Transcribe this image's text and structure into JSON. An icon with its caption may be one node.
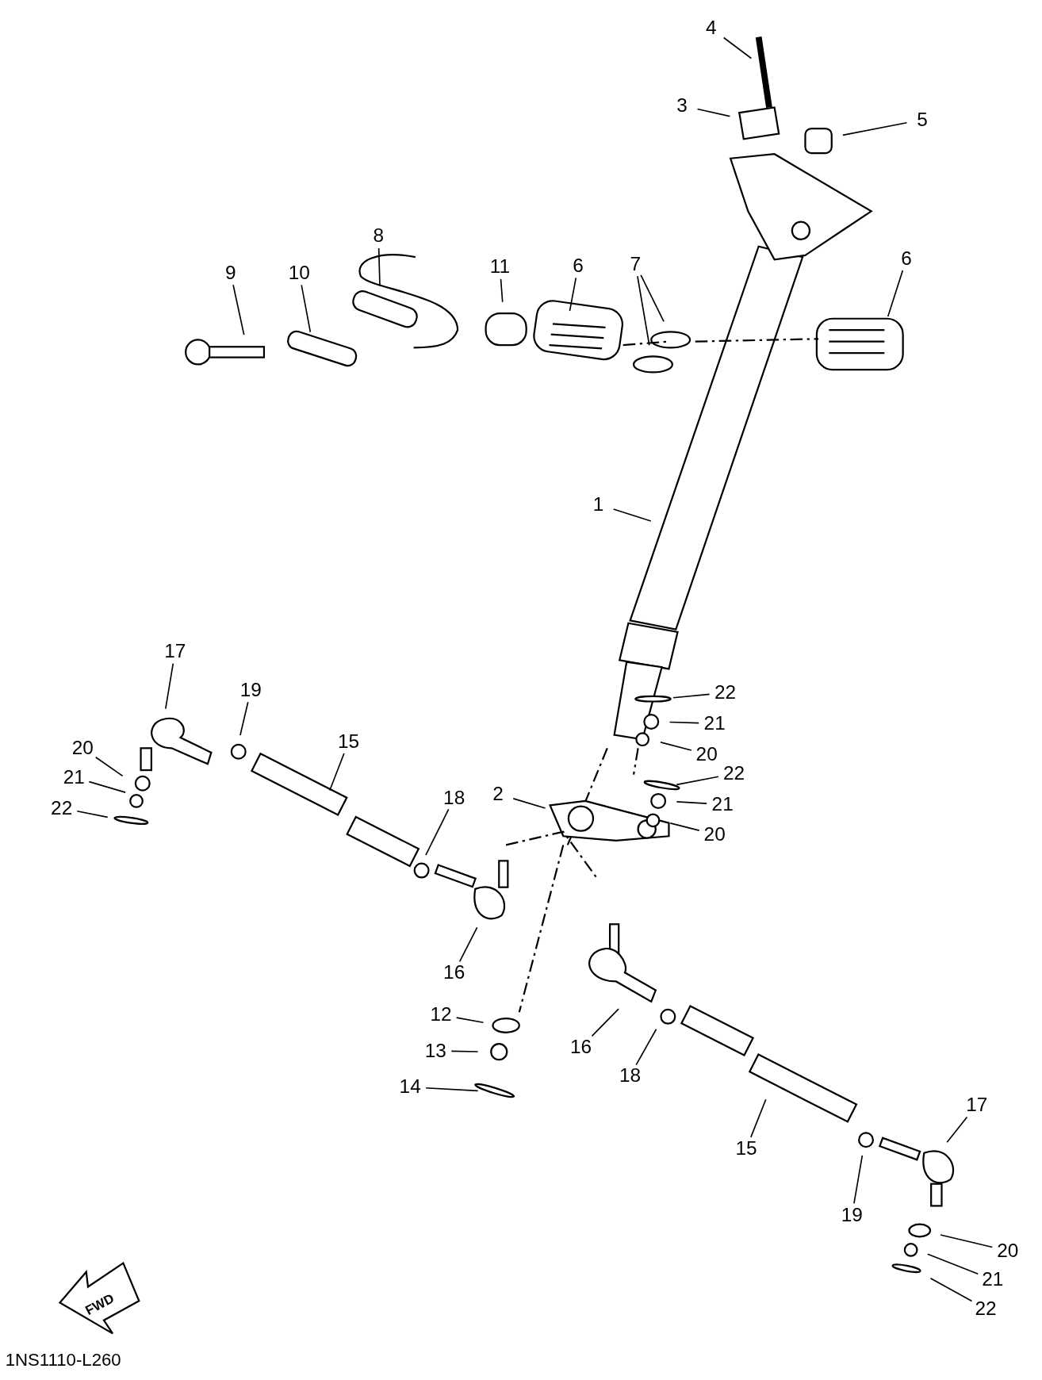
{
  "diagram": {
    "nodes": [
      {
        "text": [
          "4"
        ]
      },
      {
        "text": [
          "3"
        ]
      },
      {
        "text": [
          "5"
        ]
      },
      {
        "text": [
          "8"
        ]
      },
      {
        "text": [
          "9"
        ]
      },
      {
        "text": [
          "10"
        ]
      },
      {
        "text": [
          "11"
        ]
      },
      {
        "text": [
          "6"
        ]
      },
      {
        "text": [
          "7"
        ]
      },
      {
        "text": [
          "6"
        ]
      },
      {
        "text": [
          "1"
        ]
      },
      {
        "text": [
          "22"
        ]
      },
      {
        "text": [
          "21"
        ]
      },
      {
        "text": [
          "20"
        ]
      },
      {
        "text": [
          "22"
        ]
      },
      {
        "text": [
          "21"
        ]
      },
      {
        "text": [
          "20"
        ]
      },
      {
        "text": [
          "17"
        ]
      },
      {
        "text": [
          "19"
        ]
      },
      {
        "text": [
          "15"
        ]
      },
      {
        "text": [
          "20"
        ]
      },
      {
        "text": [
          "21"
        ]
      },
      {
        "text": [
          "22"
        ]
      },
      {
        "text": [
          "2"
        ]
      },
      {
        "text": [
          "18"
        ]
      },
      {
        "text": [
          "16"
        ]
      },
      {
        "text": [
          "12"
        ]
      },
      {
        "text": [
          "13"
        ]
      },
      {
        "text": [
          "14"
        ]
      },
      {
        "text": [
          "16"
        ]
      },
      {
        "text": [
          "18"
        ]
      },
      {
        "text": [
          "15"
        ]
      },
      {
        "text": [
          "17"
        ]
      },
      {
        "text": [
          "19"
        ]
      },
      {
        "text": [
          "20"
        ]
      },
      {
        "text": [
          "21"
        ]
      },
      {
        "text": [
          "22"
        ]
      }
    ],
    "edges": [
      {
        "from": 0,
        "to": null,
        "arrow": "none"
      },
      {
        "from": 1,
        "to": null,
        "arrow": "none"
      },
      {
        "from": 2,
        "to": null,
        "arrow": "none"
      },
      {
        "from": 3,
        "to": null,
        "arrow": "none"
      },
      {
        "from": 4,
        "to": null,
        "arrow": "none"
      },
      {
        "from": 5,
        "to": null,
        "arrow": "none"
      },
      {
        "from": 6,
        "to": null,
        "arrow": "none"
      },
      {
        "from": 7,
        "to": null,
        "arrow": "none"
      },
      {
        "from": 8,
        "to": null,
        "arrow": "none"
      },
      {
        "from": 8,
        "to": null,
        "arrow": "none"
      },
      {
        "from": 9,
        "to": null,
        "arrow": "none"
      },
      {
        "from": 10,
        "to": null,
        "arrow": "none"
      },
      {
        "from": 11,
        "to": null,
        "arrow": "none"
      },
      {
        "from": 12,
        "to": null,
        "arrow": "none"
      },
      {
        "from": 13,
        "to": null,
        "arrow": "none"
      },
      {
        "from": 14,
        "to": null,
        "arrow": "none"
      },
      {
        "from": 15,
        "to": null,
        "arrow": "none"
      },
      {
        "from": 16,
        "to": null,
        "arrow": "none"
      },
      {
        "from": 17,
        "to": null,
        "arrow": "none"
      },
      {
        "from": 18,
        "to": null,
        "arrow": "none"
      },
      {
        "from": 19,
        "to": null,
        "arrow": "none"
      },
      {
        "from": 20,
        "to": null,
        "arrow": "none"
      },
      {
        "from": 21,
        "to": null,
        "arrow": "none"
      },
      {
        "from": 22,
        "to": null,
        "arrow": "none"
      },
      {
        "from": 23,
        "to": null,
        "arrow": "none"
      },
      {
        "from": 24,
        "to": null,
        "arrow": "none"
      },
      {
        "from": 25,
        "to": null,
        "arrow": "none"
      },
      {
        "from": 26,
        "to": null,
        "arrow": "none"
      },
      {
        "from": 27,
        "to": null,
        "arrow": "none"
      },
      {
        "from": 28,
        "to": null,
        "arrow": "none"
      },
      {
        "from": 29,
        "to": null,
        "arrow": "none"
      },
      {
        "from": 30,
        "to": null,
        "arrow": "none"
      },
      {
        "from": 31,
        "to": null,
        "arrow": "none"
      },
      {
        "from": 32,
        "to": null,
        "arrow": "none"
      },
      {
        "from": 33,
        "to": null,
        "arrow": "none"
      },
      {
        "from": 34,
        "to": null,
        "arrow": "none"
      },
      {
        "from": 35,
        "to": null,
        "arrow": "none"
      },
      {
        "from": 36,
        "to": null,
        "arrow": "none"
      }
    ],
    "labels": [
      "FWD",
      "1NS1110-L260"
    ]
  }
}
